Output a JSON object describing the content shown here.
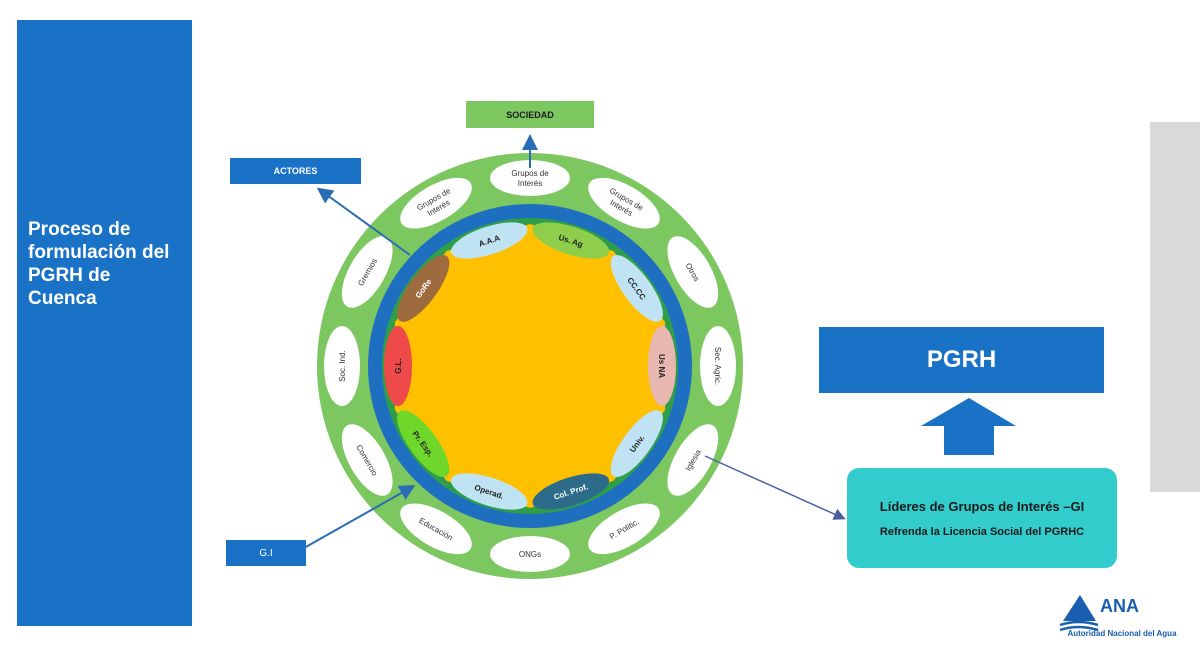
{
  "title": "Proceso de formulación del PGRH de Cuenca",
  "boxes": {
    "sociedad": "SOCIEDAD",
    "actores": "ACTORES",
    "gi": "G.I",
    "pgrh": "PGRH",
    "leaders_line1": "Líderes  de  Grupos de Interés –GI",
    "leaders_line2": "Refrenda la Licencia Social del PGRHC"
  },
  "outer_ring": [
    "Grupos de Interés",
    "Grupos de Interés",
    "Otros",
    "Sec. Agric.",
    "Iglesia",
    "P. Politic.",
    "ONGs",
    "Educación",
    "Comercio",
    "Soc. Ind.",
    "Gremios",
    "Grupos de Interés"
  ],
  "inner_ring": [
    {
      "label": "A.A.A",
      "color": "#bfe3f3"
    },
    {
      "label": "Us. Ag",
      "color": "#8fce4a"
    },
    {
      "label": "CC.CC",
      "color": "#bfe3f3"
    },
    {
      "label": "Us NA",
      "color": "#e8b7b0"
    },
    {
      "label": "Univ.",
      "color": "#bfe3f3"
    },
    {
      "label": "Col. Prof.",
      "color": "#2d6b8a"
    },
    {
      "label": "Operad.",
      "color": "#bfe3f3"
    },
    {
      "label": "Pr. Esp.",
      "color": "#6fd62a"
    },
    {
      "label": "G.L.",
      "color": "#ef4a4a"
    },
    {
      "label": "GoRe",
      "color": "#9e6b3f"
    }
  ],
  "logo": {
    "name": "ANA",
    "subtitle": "Autoridad Nacional del Agua"
  },
  "colors": {
    "blue": "#1a72c6",
    "green": "#7dc761",
    "orange": "#ffc000",
    "teal": "#33cccc"
  }
}
